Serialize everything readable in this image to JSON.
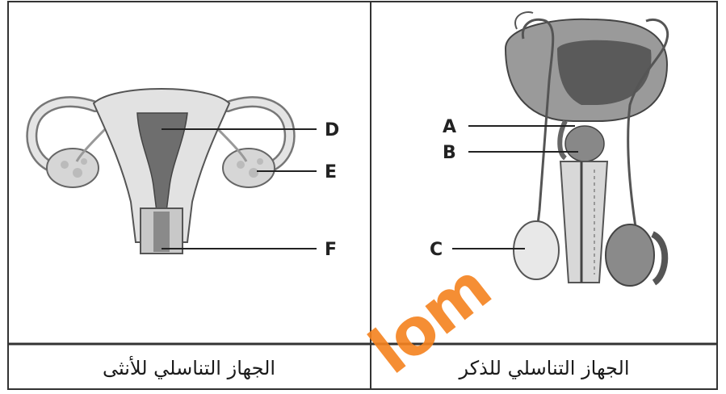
{
  "female_panel": {
    "caption": "الجهاز التناسلي للأنثى",
    "labels": [
      "D",
      "E",
      "F"
    ]
  },
  "male_panel": {
    "caption": "الجهاز التناسلي للذكر",
    "labels": [
      "A",
      "B",
      "C"
    ]
  },
  "watermark": "lom"
}
